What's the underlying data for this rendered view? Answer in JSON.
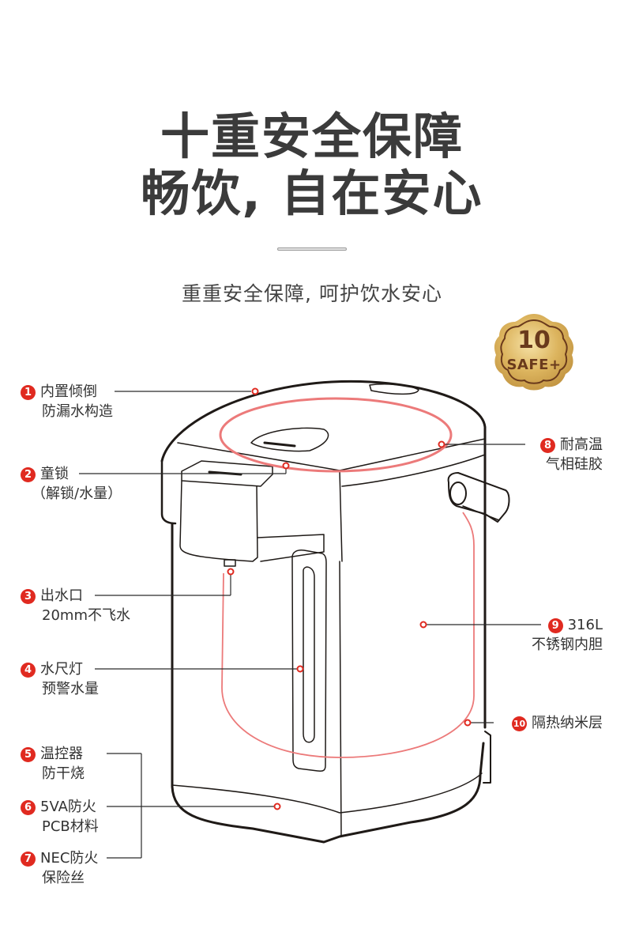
{
  "header": {
    "title_line1": "十重安全保障",
    "title_line2": "畅饮, 自在安心",
    "subtitle": "重重安全保障, 呵护饮水安心"
  },
  "badge": {
    "number": "10",
    "label": "SAFE+",
    "color_gold": "#d9b25a",
    "color_text": "#6a3a1c"
  },
  "accent_color": "#e02a20",
  "callouts": [
    {
      "num": "1",
      "line1": "内置倾倒",
      "line2": "防漏水构造"
    },
    {
      "num": "2",
      "line1": "童锁",
      "line2": "（解锁/水量）"
    },
    {
      "num": "3",
      "line1": "出水口",
      "line2": "20mm不飞水"
    },
    {
      "num": "4",
      "line1": "水尺灯",
      "line2": "预警水量"
    },
    {
      "num": "5",
      "line1": "温控器",
      "line2": "防干烧"
    },
    {
      "num": "6",
      "line1": "5VA防火",
      "line2": "PCB材料"
    },
    {
      "num": "7",
      "line1": "NEC防火",
      "line2": "保险丝"
    },
    {
      "num": "8",
      "line1": "耐高温",
      "line2": "气相硅胶"
    },
    {
      "num": "9",
      "line1": "316L",
      "line2": "不锈钢内胆"
    },
    {
      "num": "10",
      "line1": "隔热纳米层",
      "line2": ""
    }
  ]
}
